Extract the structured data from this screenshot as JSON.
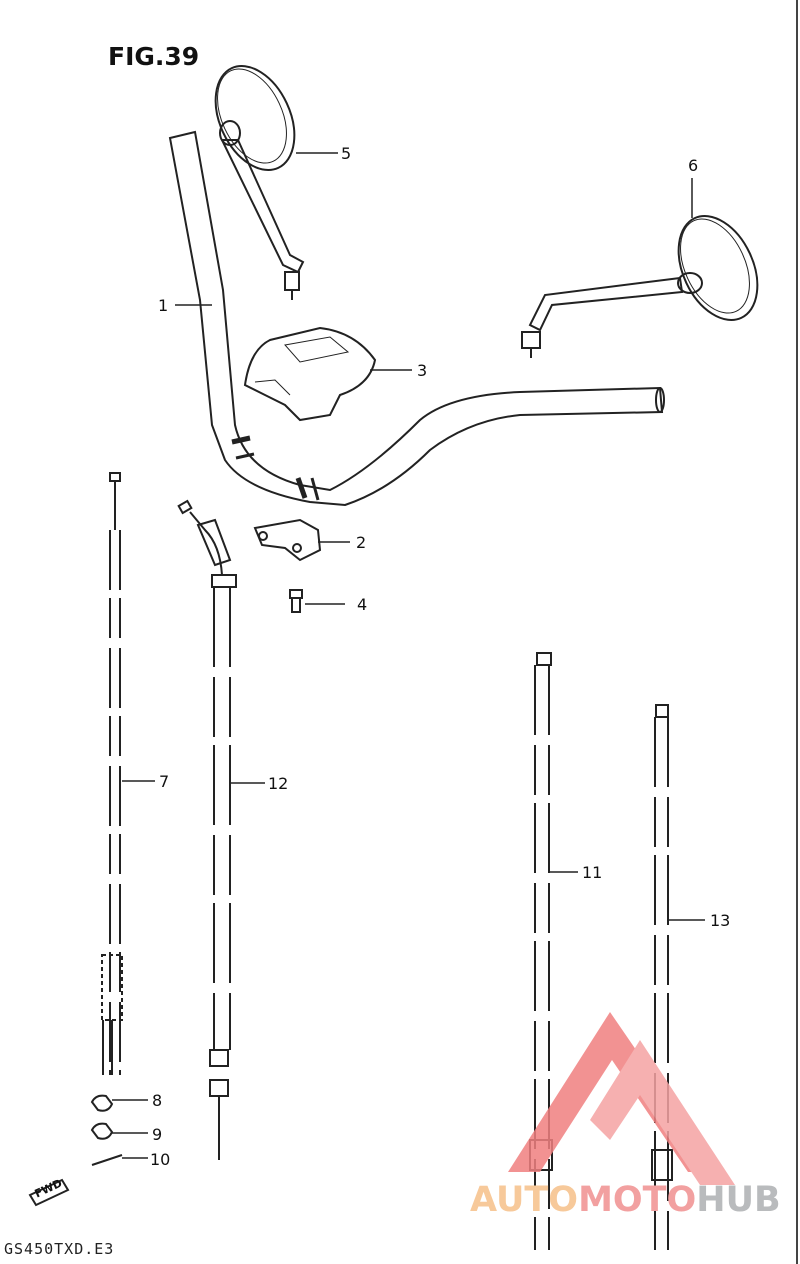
{
  "figure": {
    "title": "FIG.39",
    "model_code": "GS450TXD.E3"
  },
  "direction_marker": {
    "label": "FWD"
  },
  "callouts": [
    {
      "id": "1",
      "label": "1"
    },
    {
      "id": "2",
      "label": "2"
    },
    {
      "id": "3",
      "label": "3"
    },
    {
      "id": "4",
      "label": "4"
    },
    {
      "id": "5",
      "label": "5"
    },
    {
      "id": "6",
      "label": "6"
    },
    {
      "id": "7",
      "label": "7"
    },
    {
      "id": "8",
      "label": "8"
    },
    {
      "id": "9",
      "label": "9"
    },
    {
      "id": "10",
      "label": "10"
    },
    {
      "id": "11",
      "label": "11"
    },
    {
      "id": "12",
      "label": "12"
    },
    {
      "id": "13",
      "label": "13"
    }
  ],
  "watermark": {
    "part_a": "AUTO",
    "part_b": "MOTO",
    "part_c": "HUB",
    "colors": {
      "a": "#f7c99a",
      "b": "#f2a0a0",
      "c": "#b9bbbd",
      "logo": "#f08080"
    }
  }
}
